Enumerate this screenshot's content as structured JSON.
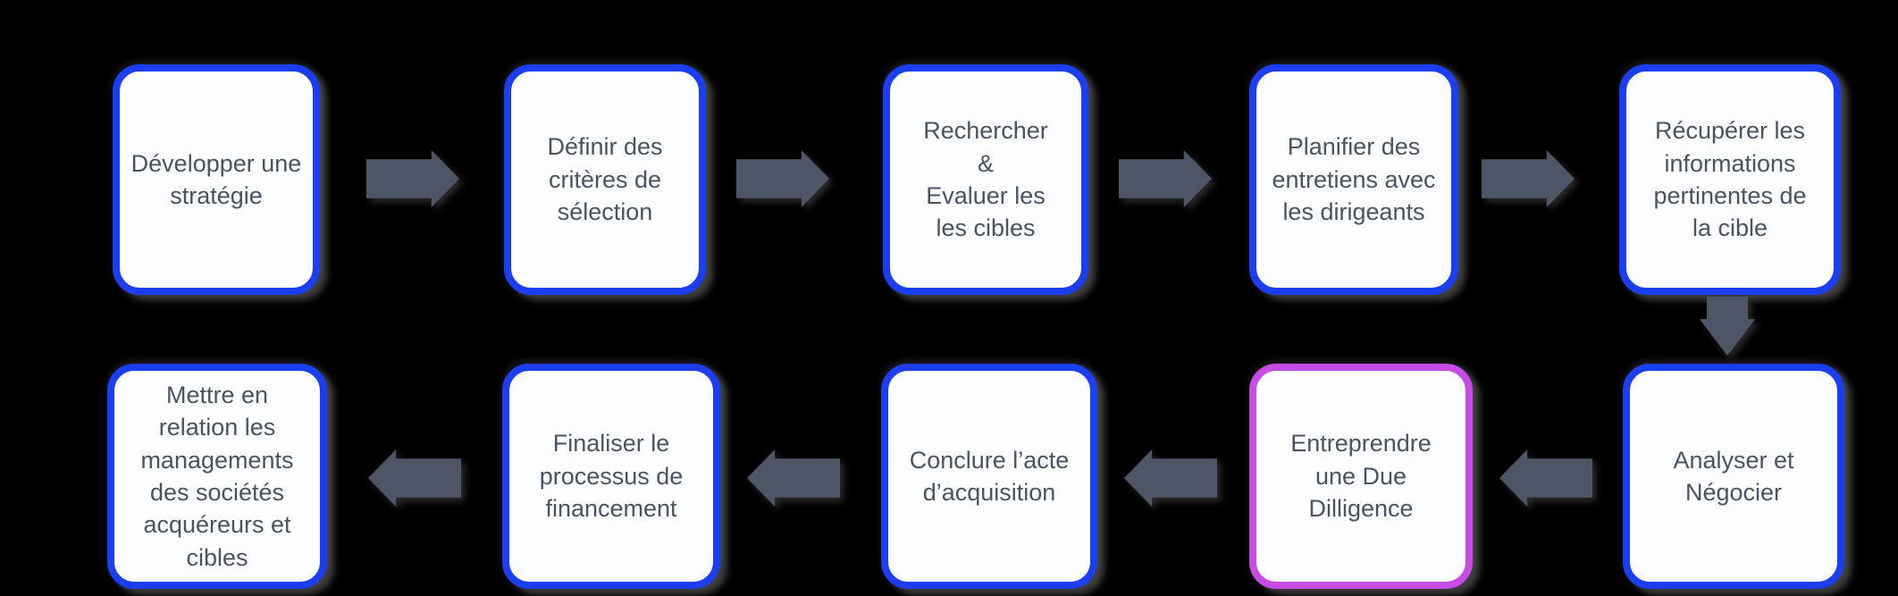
{
  "diagram": {
    "type": "process-flowchart",
    "language": "fr",
    "colors": {
      "background": "#000000",
      "box_fill": "#fcfdfe",
      "box_border": "#1b3ef2",
      "highlight_border": "#c74ce6",
      "text": "#4b5363",
      "arrow": "#4e5566"
    },
    "steps": [
      {
        "id": 1,
        "label": "Développer une\nstratégie",
        "highlighted": false
      },
      {
        "id": 2,
        "label": "Définir des\ncritères de\nsélection",
        "highlighted": false
      },
      {
        "id": 3,
        "label": "Rechercher\n&\nEvaluer les\nles cibles",
        "highlighted": false
      },
      {
        "id": 4,
        "label": "Planifier des\nentretiens avec\nles dirigeants",
        "highlighted": false
      },
      {
        "id": 5,
        "label": "Récupérer les\ninformations\npertinentes de\nla cible",
        "highlighted": false
      },
      {
        "id": 6,
        "label": "Analyser et\nNégocier",
        "highlighted": false
      },
      {
        "id": 7,
        "label": "Entreprendre\nune Due\nDilligence",
        "highlighted": true
      },
      {
        "id": 8,
        "label": "Conclure l’acte\nd’acquisition",
        "highlighted": false
      },
      {
        "id": 9,
        "label": "Finaliser le\nprocessus de\nfinancement",
        "highlighted": false
      },
      {
        "id": 10,
        "label": "Mettre en\nrelation les\nmanagements\ndes sociétés\nacquéreurs et\ncibles",
        "highlighted": false
      }
    ],
    "arrows": [
      {
        "from": 1,
        "to": 2,
        "direction": "right"
      },
      {
        "from": 2,
        "to": 3,
        "direction": "right"
      },
      {
        "from": 3,
        "to": 4,
        "direction": "right"
      },
      {
        "from": 4,
        "to": 5,
        "direction": "right"
      },
      {
        "from": 5,
        "to": 6,
        "direction": "down"
      },
      {
        "from": 6,
        "to": 7,
        "direction": "left"
      },
      {
        "from": 7,
        "to": 8,
        "direction": "left"
      },
      {
        "from": 8,
        "to": 9,
        "direction": "left"
      },
      {
        "from": 9,
        "to": 10,
        "direction": "left"
      }
    ]
  }
}
